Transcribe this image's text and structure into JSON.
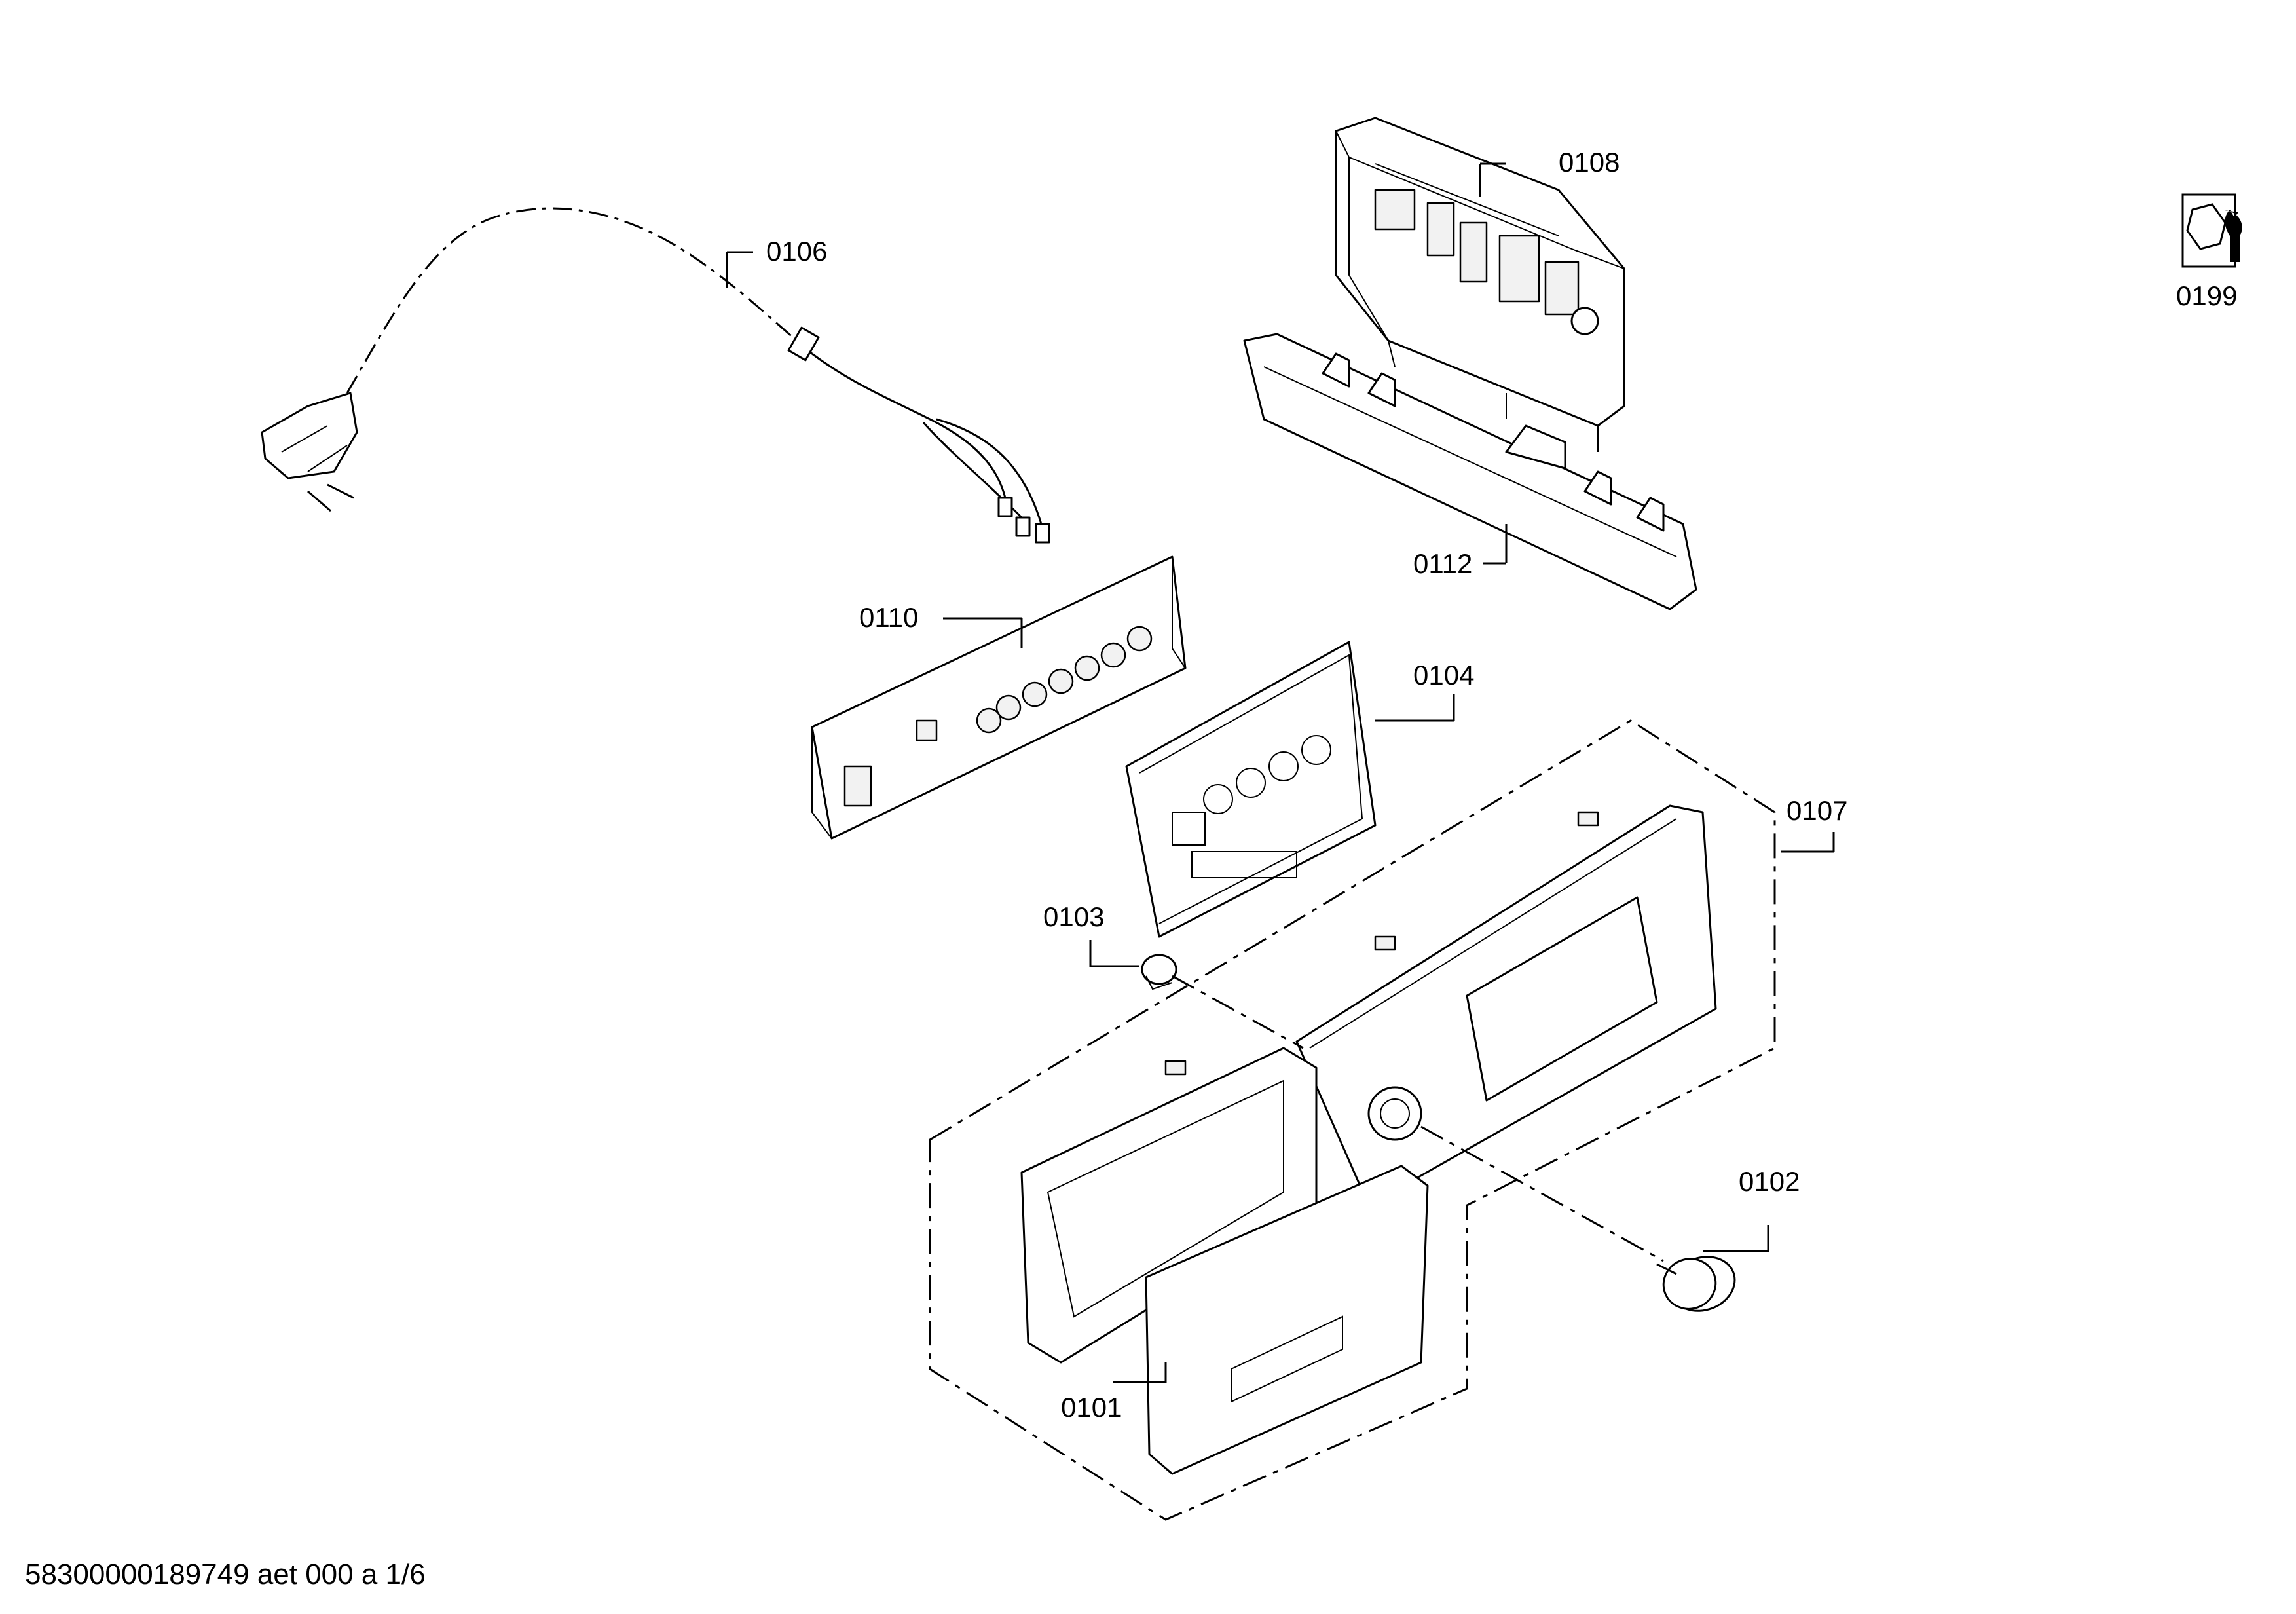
{
  "diagram": {
    "parts": [
      {
        "id": "0101",
        "label": "0101"
      },
      {
        "id": "0102",
        "label": "0102"
      },
      {
        "id": "0103",
        "label": "0103"
      },
      {
        "id": "0104",
        "label": "0104"
      },
      {
        "id": "0106",
        "label": "0106"
      },
      {
        "id": "0107",
        "label": "0107"
      },
      {
        "id": "0108",
        "label": "0108"
      },
      {
        "id": "0110",
        "label": "0110"
      },
      {
        "id": "0112",
        "label": "0112"
      },
      {
        "id": "0199",
        "label": "0199"
      }
    ],
    "footer": "58300000189749 aet 000 a 1/6"
  }
}
